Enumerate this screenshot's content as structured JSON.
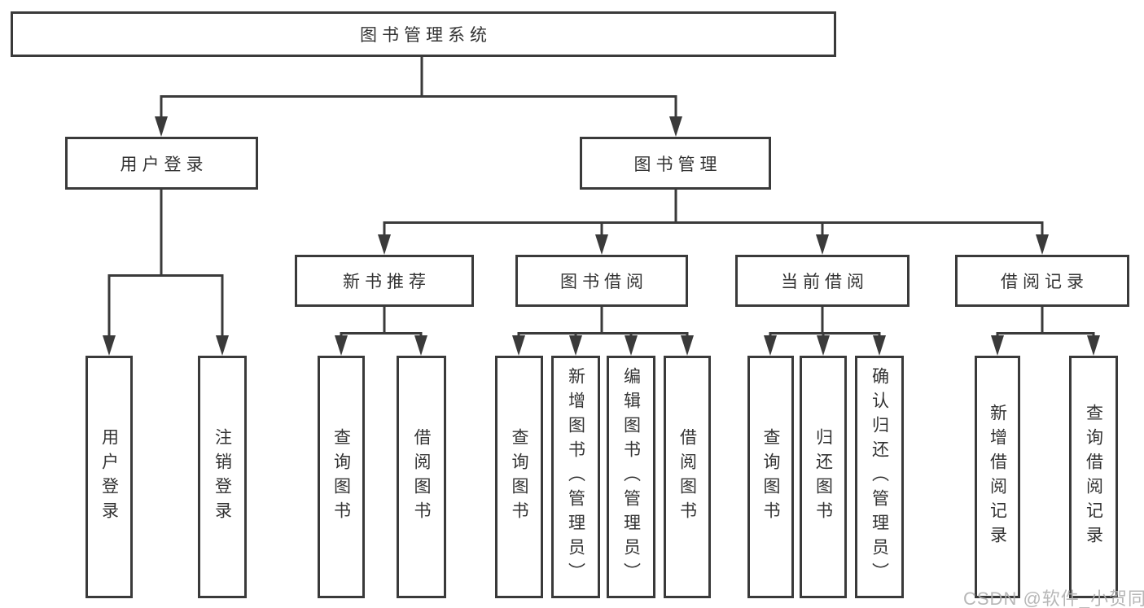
{
  "diagram": {
    "root": "图书管理系统",
    "children": [
      {
        "label": "用户登录",
        "children": [
          {
            "label": "用户登录"
          },
          {
            "label": "注销登录"
          }
        ]
      },
      {
        "label": "图书管理",
        "children": [
          {
            "label": "新书推荐",
            "children": [
              {
                "label": "查询图书"
              },
              {
                "label": "借阅图书"
              }
            ]
          },
          {
            "label": "图书借阅",
            "children": [
              {
                "label": "查询图书"
              },
              {
                "label": "新增图书（管理员）"
              },
              {
                "label": "编辑图书（管理员）"
              },
              {
                "label": "借阅图书"
              }
            ]
          },
          {
            "label": "当前借阅",
            "children": [
              {
                "label": "查询图书"
              },
              {
                "label": "归还图书"
              },
              {
                "label": "确认归还（管理员）"
              }
            ]
          },
          {
            "label": "借阅记录",
            "children": [
              {
                "label": "新增借阅记录"
              },
              {
                "label": "查询借阅记录"
              }
            ]
          }
        ]
      }
    ]
  },
  "colors": {
    "line": "#3a3a3a",
    "text": "#333333",
    "watermark": "#afafaf"
  },
  "watermark": "CSDN @软件_小贺同学"
}
